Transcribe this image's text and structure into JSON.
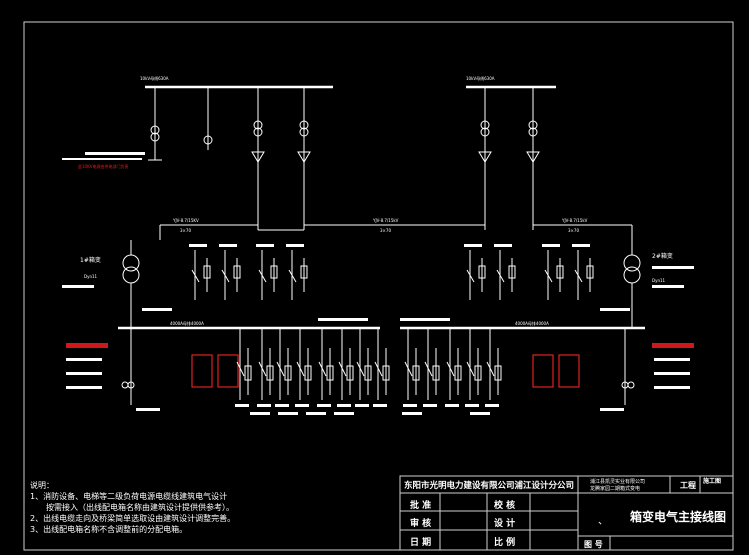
{
  "diagram": {
    "left_transformer_label": "1#箱变",
    "right_transformer_label": "2#箱变",
    "left_transformer_group": "Dyn11",
    "right_transformer_group": "Dyn11",
    "cable_left": "YJV-8.7/15KV",
    "cable_left_size": "3×70",
    "cable_mid": "YJV-8.7/15kV",
    "cable_mid_size": "3×70",
    "cable_right": "YJV-8.7/15kV",
    "cable_right_size": "3×70",
    "red_note": "此10KV电源由供电部门负责"
  },
  "notes": {
    "heading": "说明：",
    "items": [
      "1、消防设备、电梯等二级负荷电源电缆线建筑电气设计",
      "　　按需接入（出线配电箱名称由建筑设计提供供参考）。",
      "2、出线电缆走向及桥梁简单选取设由建筑设计调整完善。",
      "3、出线配电箱名称不含调整前的分配电箱。"
    ]
  },
  "title_block": {
    "company": "东阳市光明电力建设有限公司浦江设计分公司",
    "client_line1": "浦江县凯灵实业有限公司",
    "client_line2": "龙腾家园二期箱式变电",
    "project_label": "工程",
    "stage_label": "施工图",
    "approve": "批 准",
    "check_a": "校 核",
    "review": "审 核",
    "design": "设 计",
    "date": "日 期",
    "scale": "比 例",
    "drawing_prefix": "、",
    "drawing_title": "箱变电气主接线图",
    "drawing_no": "图 号"
  }
}
